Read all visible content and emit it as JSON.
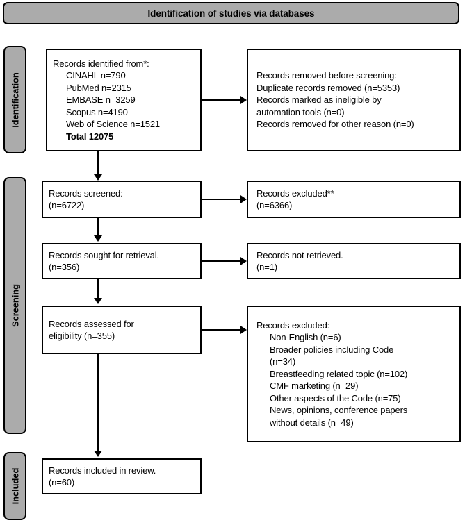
{
  "banner": {
    "title": "Identification of studies via databases"
  },
  "stages": [
    {
      "id": "identification",
      "label": "Identification"
    },
    {
      "id": "screening",
      "label": "Screening"
    },
    {
      "id": "included",
      "label": "Included"
    }
  ],
  "colors": {
    "stage_bar_fill": "#ababab",
    "box_fill": "#ffffff",
    "stroke": "#000000"
  },
  "boxes": {
    "identified": {
      "lines": [
        "Records identified from*:",
        "CINAHL n=790",
        "PubMed n=2315",
        "EMBASE n=3259",
        "Scopus n=4190",
        "Web of Science n=1521",
        "Total 12075"
      ]
    },
    "removed": {
      "lines": [
        "Records removed before screening:",
        "Duplicate records removed (n=5353)",
        "Records marked as ineligible by",
        "automation tools (n=0)",
        "Records removed for other reason (n=0)"
      ]
    },
    "screened": {
      "lines": [
        "Records screened:",
        "(n=6722)"
      ]
    },
    "excluded1": {
      "lines": [
        "Records excluded**",
        "(n=6366)"
      ]
    },
    "sought": {
      "lines": [
        "Records sought for retrieval.",
        "(n=356)"
      ]
    },
    "not_retrieved": {
      "lines": [
        "Records not retrieved.",
        "(n=1)"
      ]
    },
    "assessed": {
      "lines": [
        "Records assessed for",
        "eligibility (n=355)"
      ]
    },
    "excluded2": {
      "lines": [
        "Records excluded:",
        "Non-English (n=6)",
        "Broader policies including Code",
        "(n=34)",
        "Breastfeeding related topic (n=102)",
        "CMF marketing (n=29)",
        "Other aspects of the Code (n=75)",
        "News, opinions, conference papers",
        "without details (n=49)"
      ]
    },
    "included": {
      "lines": [
        "Records included in review.",
        "(n=60)"
      ]
    }
  },
  "chart_data": {
    "type": "diagram",
    "title": "PRISMA flow diagram: Identification of studies via databases",
    "nodes": [
      {
        "id": "identified",
        "stage": "Identification",
        "label": "Records identified from*",
        "total": 12075,
        "sources": [
          {
            "name": "CINAHL",
            "n": 790
          },
          {
            "name": "PubMed",
            "n": 2315
          },
          {
            "name": "EMBASE",
            "n": 3259
          },
          {
            "name": "Scopus",
            "n": 4190
          },
          {
            "name": "Web of Science",
            "n": 1521
          }
        ]
      },
      {
        "id": "removed",
        "stage": "Identification",
        "label": "Records removed before screening",
        "items": [
          {
            "name": "Duplicate records removed",
            "n": 5353
          },
          {
            "name": "Records marked as ineligible by automation tools",
            "n": 0
          },
          {
            "name": "Records removed for other reason",
            "n": 0
          }
        ]
      },
      {
        "id": "screened",
        "stage": "Screening",
        "label": "Records screened",
        "n": 6722
      },
      {
        "id": "excluded1",
        "stage": "Screening",
        "label": "Records excluded**",
        "n": 6366
      },
      {
        "id": "sought",
        "stage": "Screening",
        "label": "Records sought for retrieval.",
        "n": 356
      },
      {
        "id": "not_retrieved",
        "stage": "Screening",
        "label": "Records not retrieved.",
        "n": 1
      },
      {
        "id": "assessed",
        "stage": "Screening",
        "label": "Records assessed for eligibility",
        "n": 355
      },
      {
        "id": "excluded2",
        "stage": "Screening",
        "label": "Records excluded",
        "items": [
          {
            "name": "Non-English",
            "n": 6
          },
          {
            "name": "Broader policies including Code",
            "n": 34
          },
          {
            "name": "Breastfeeding related topic",
            "n": 102
          },
          {
            "name": "CMF marketing",
            "n": 29
          },
          {
            "name": "Other aspects of the Code",
            "n": 75
          },
          {
            "name": "News, opinions, conference papers without details",
            "n": 49
          }
        ]
      },
      {
        "id": "included",
        "stage": "Included",
        "label": "Records included in review.",
        "n": 60
      }
    ],
    "edges": [
      {
        "from": "identified",
        "to": "removed",
        "direction": "right"
      },
      {
        "from": "identified",
        "to": "screened",
        "direction": "down"
      },
      {
        "from": "screened",
        "to": "excluded1",
        "direction": "right"
      },
      {
        "from": "screened",
        "to": "sought",
        "direction": "down"
      },
      {
        "from": "sought",
        "to": "not_retrieved",
        "direction": "right"
      },
      {
        "from": "sought",
        "to": "assessed",
        "direction": "down"
      },
      {
        "from": "assessed",
        "to": "excluded2",
        "direction": "right"
      },
      {
        "from": "assessed",
        "to": "included",
        "direction": "down"
      }
    ]
  }
}
